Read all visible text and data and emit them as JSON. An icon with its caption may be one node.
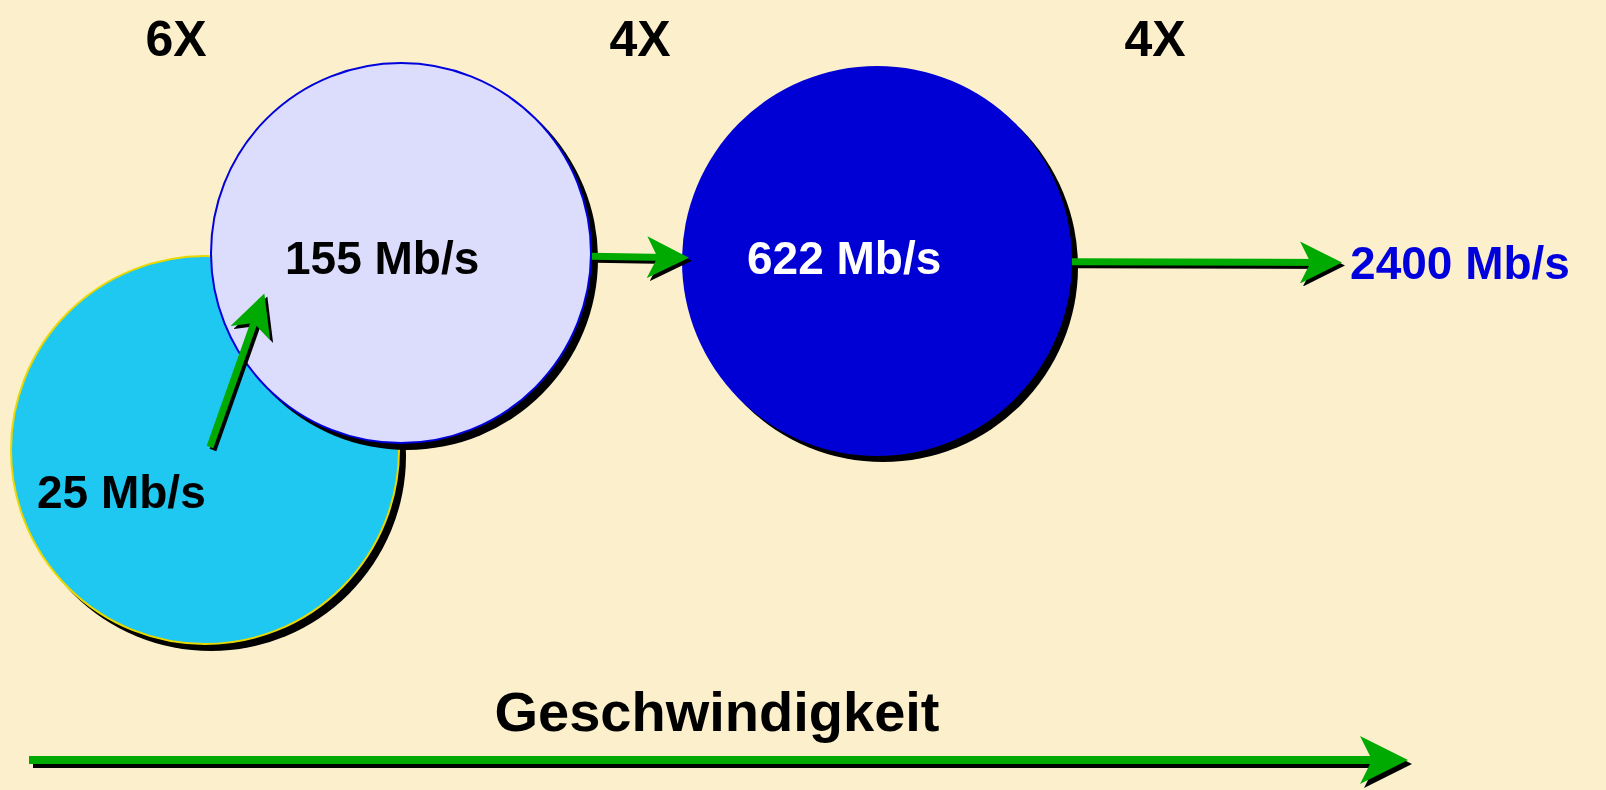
{
  "diagram": {
    "nodes": [
      {
        "text": [
          "25 Mb/s"
        ]
      },
      {
        "text": [
          "155 Mb/s"
        ]
      },
      {
        "text": [
          "622 Mb/s"
        ]
      },
      {
        "text": [
          "2400 Mb/s"
        ]
      }
    ],
    "edges": [
      {
        "from": 0,
        "to": 1,
        "arrow": "to"
      },
      {
        "from": 1,
        "to": 2,
        "arrow": "to"
      },
      {
        "from": 2,
        "to": 3,
        "arrow": "to"
      }
    ],
    "labels": [
      "6X",
      "4X",
      "4X",
      "Geschwindigkeit"
    ]
  }
}
